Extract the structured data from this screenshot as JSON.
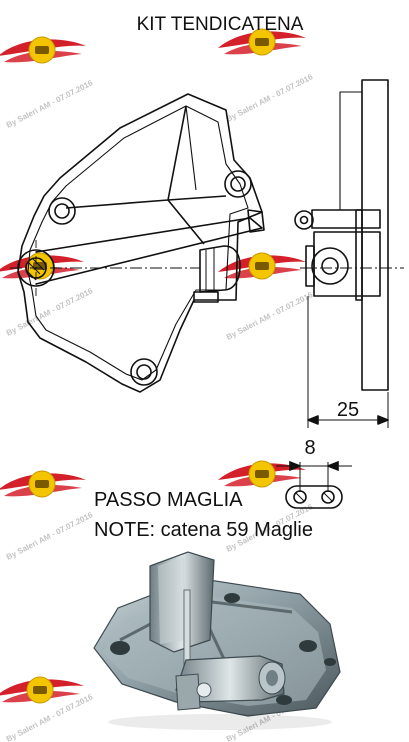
{
  "title": "KIT TENDICATENA",
  "dimensions": {
    "side_offset": "25",
    "chain_pitch": "8"
  },
  "labels": {
    "pitch_label": "PASSO MAGLIA",
    "note": "NOTE: catena 59 Maglie"
  },
  "watermark": {
    "text": "By Saleri AM - 07.07.2016",
    "logo_colors": [
      "#d4202a",
      "#f2c500"
    ]
  },
  "colors": {
    "line": "#111111",
    "photo_metal": "#8fa0a6",
    "photo_shadow": "#3d4a4f"
  }
}
